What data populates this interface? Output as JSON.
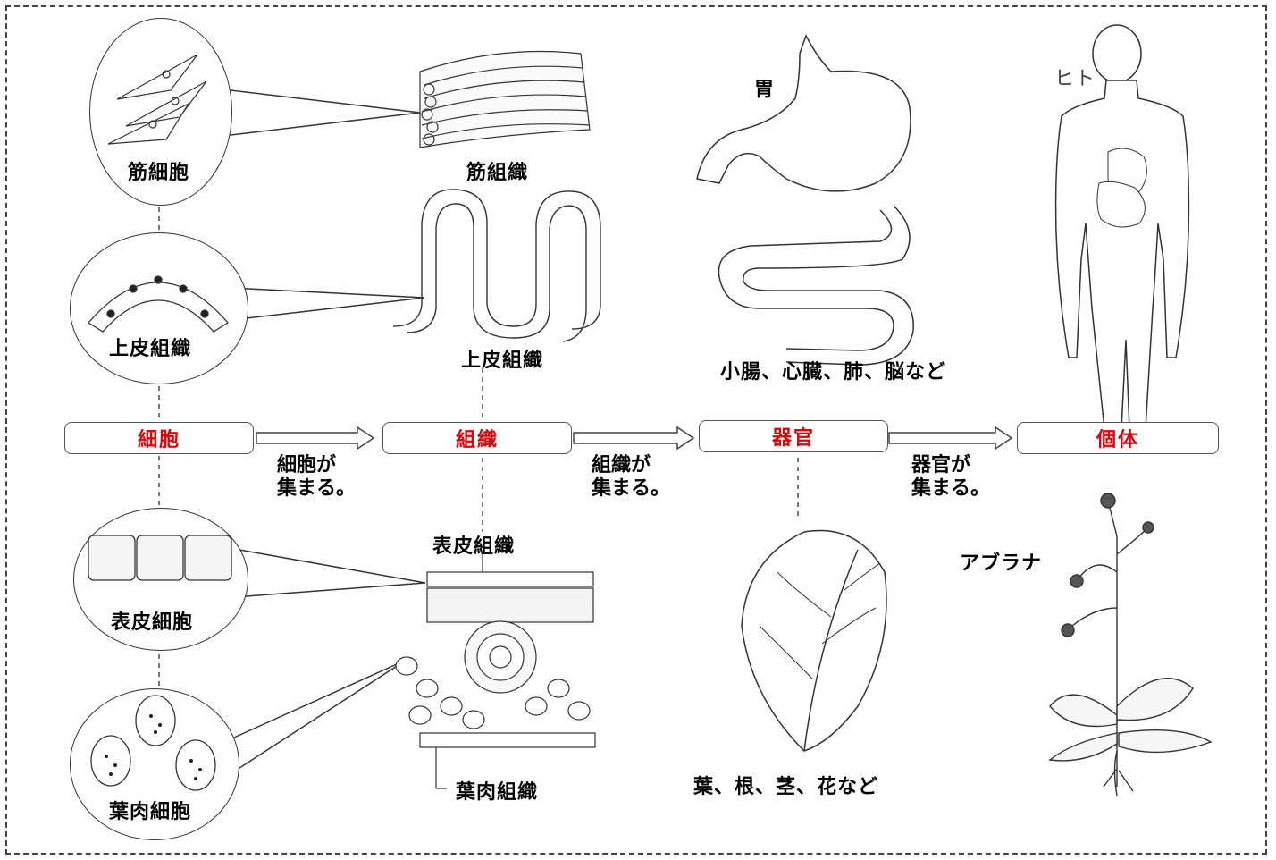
{
  "labels": {
    "muscle_cell": "筋細胞",
    "epithelial_cell": "上皮組織",
    "epidermal_cell": "表皮細胞",
    "mesophyll_cell": "葉肉細胞",
    "muscle_tissue": "筋組織",
    "epithelial_tissue": "上皮組織",
    "epidermal_tissue": "表皮組織",
    "mesophyll_tissue": "葉肉組織",
    "stomach": "胃",
    "animal_organs": "小腸、心臓、肺、脳など",
    "plant_organs": "葉、根、茎、花など",
    "human": "ヒト",
    "plant": "アブラナ"
  },
  "stages": [
    {
      "label": "細胞"
    },
    {
      "label": "組織"
    },
    {
      "label": "器官"
    },
    {
      "label": "個体"
    }
  ],
  "transitions": [
    {
      "line1": "細胞が",
      "line2": "集まる。"
    },
    {
      "line1": "組織が",
      "line2": "集まる。"
    },
    {
      "line1": "器官が",
      "line2": "集まる。"
    }
  ],
  "colors": {
    "stage_text": "#e0000a",
    "line": "#333333"
  }
}
